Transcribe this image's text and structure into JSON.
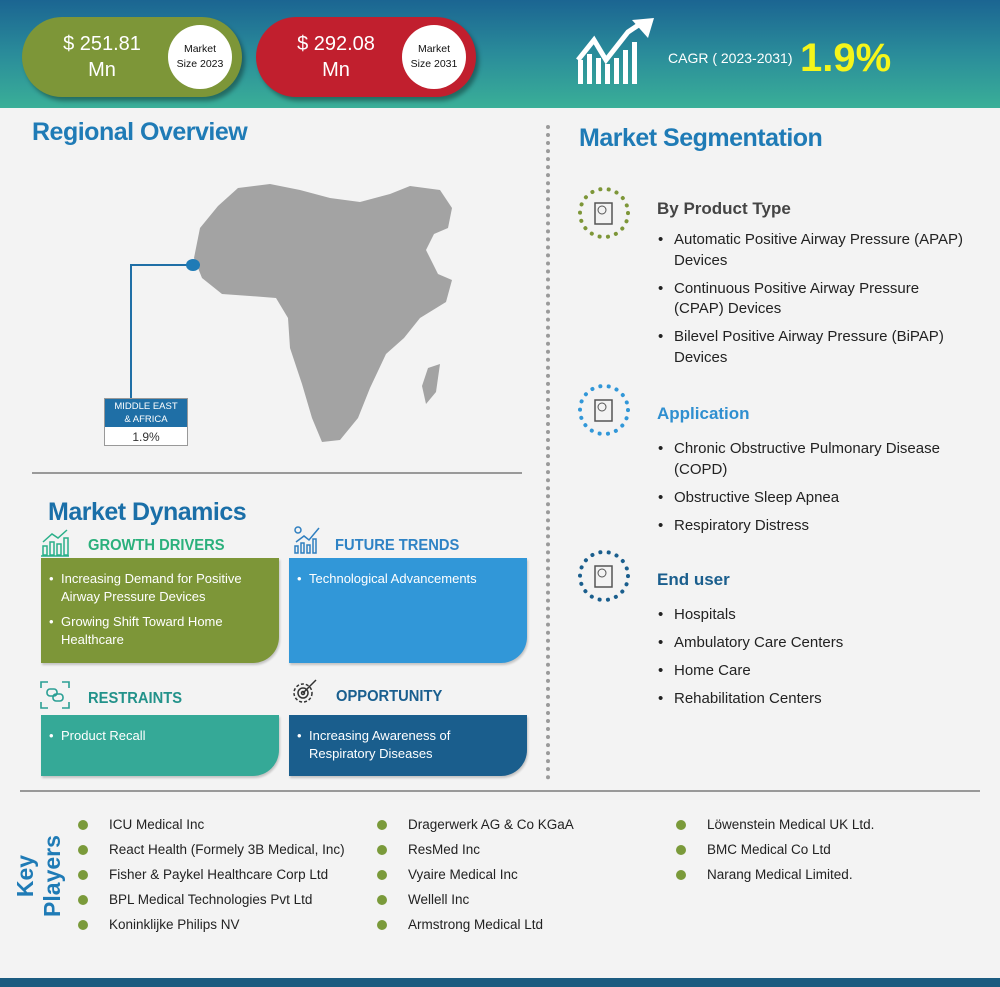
{
  "header": {
    "market_2023": {
      "value": "$ 251.81",
      "unit": "Mn",
      "label1": "Market",
      "label2": "Size 2023",
      "color": "#7d9638"
    },
    "market_2031": {
      "value": "$ 292.08",
      "unit": "Mn",
      "label1": "Market",
      "label2": "Size 2031",
      "color": "#c11f2e"
    },
    "cagr_label": "CAGR ( 2023-2031)",
    "cagr_value": "1.9%"
  },
  "regional": {
    "title": "Regional Overview",
    "region_line1": "MIDDLE EAST",
    "region_line2": "& AFRICA",
    "region_value": "1.9%"
  },
  "dynamics": {
    "title": "Market Dynamics",
    "growth_drivers": {
      "title": "GROWTH DRIVERS",
      "items": [
        "Increasing Demand for Positive Airway Pressure Devices",
        "Growing Shift Toward Home Healthcare"
      ]
    },
    "future_trends": {
      "title": "FUTURE TRENDS",
      "items": [
        "Technological Advancements"
      ]
    },
    "restraints": {
      "title": "RESTRAINTS",
      "items": [
        "Product Recall"
      ]
    },
    "opportunity": {
      "title": "OPPORTUNITY",
      "items": [
        "Increasing Awareness of Respiratory Diseases"
      ]
    }
  },
  "segmentation": {
    "title": "Market Segmentation",
    "groups": [
      {
        "title": "By Product Type",
        "items": [
          "Automatic Positive Airway Pressure (APAP) Devices",
          "Continuous Positive Airway Pressure (CPAP) Devices",
          "Bilevel Positive Airway Pressure (BiPAP) Devices"
        ]
      },
      {
        "title": "Application",
        "items": [
          "Chronic Obstructive Pulmonary Disease (COPD)",
          "Obstructive Sleep Apnea",
          "Respiratory Distress"
        ]
      },
      {
        "title": "End user",
        "items": [
          "Hospitals",
          "Ambulatory Care Centers",
          "Home Care",
          "Rehabilitation Centers"
        ]
      }
    ]
  },
  "key_players": {
    "title": "Key Players",
    "col1": [
      "ICU Medical Inc",
      "React Health (Formely 3B Medical, Inc)",
      "Fisher & Paykel Healthcare Corp Ltd",
      "BPL Medical Technologies Pvt Ltd",
      "Koninklijke Philips NV"
    ],
    "col2": [
      "Dragerwerk AG & Co KGaA",
      "ResMed Inc",
      "Vyaire Medical Inc",
      "Wellell Inc",
      "Armstrong Medical Ltd"
    ],
    "col3": [
      "Löwenstein Medical UK Ltd.",
      "BMC Medical Co Ltd",
      "Narang Medical Limited."
    ]
  }
}
